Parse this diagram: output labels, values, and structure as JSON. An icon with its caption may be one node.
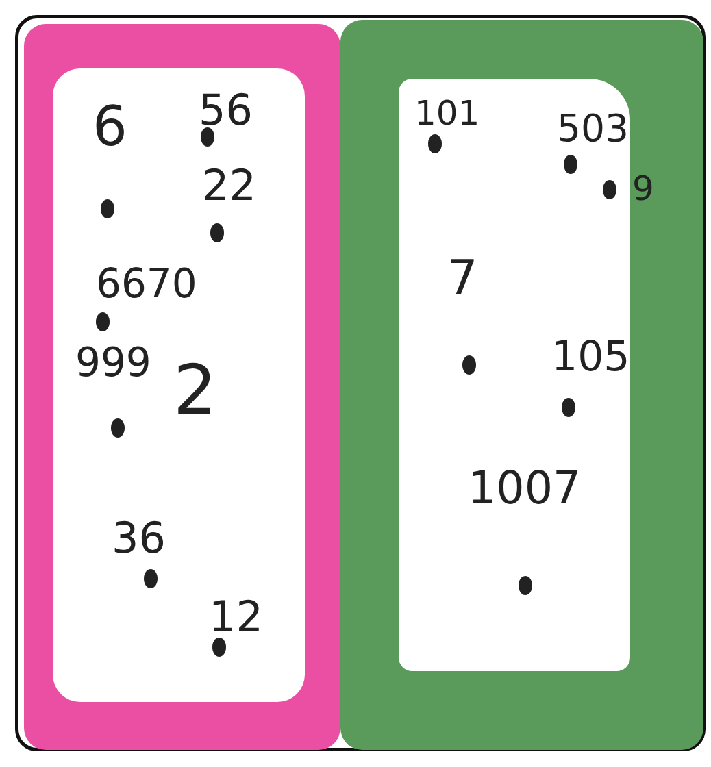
{
  "diagram": {
    "nodes": [
      {
        "text": [],
        "shape": "box"
      },
      {
        "text": [],
        "shape": "box",
        "in": 0
      },
      {
        "text": [
          "6",
          "56",
          "22",
          "6670",
          "999",
          "2",
          "36",
          "12"
        ],
        "in": 1
      },
      {
        "text": [],
        "shape": "box",
        "in": 0
      },
      {
        "text": [
          "101",
          "503",
          "9",
          "7",
          "105",
          "1007"
        ],
        "in": 3
      }
    ]
  }
}
